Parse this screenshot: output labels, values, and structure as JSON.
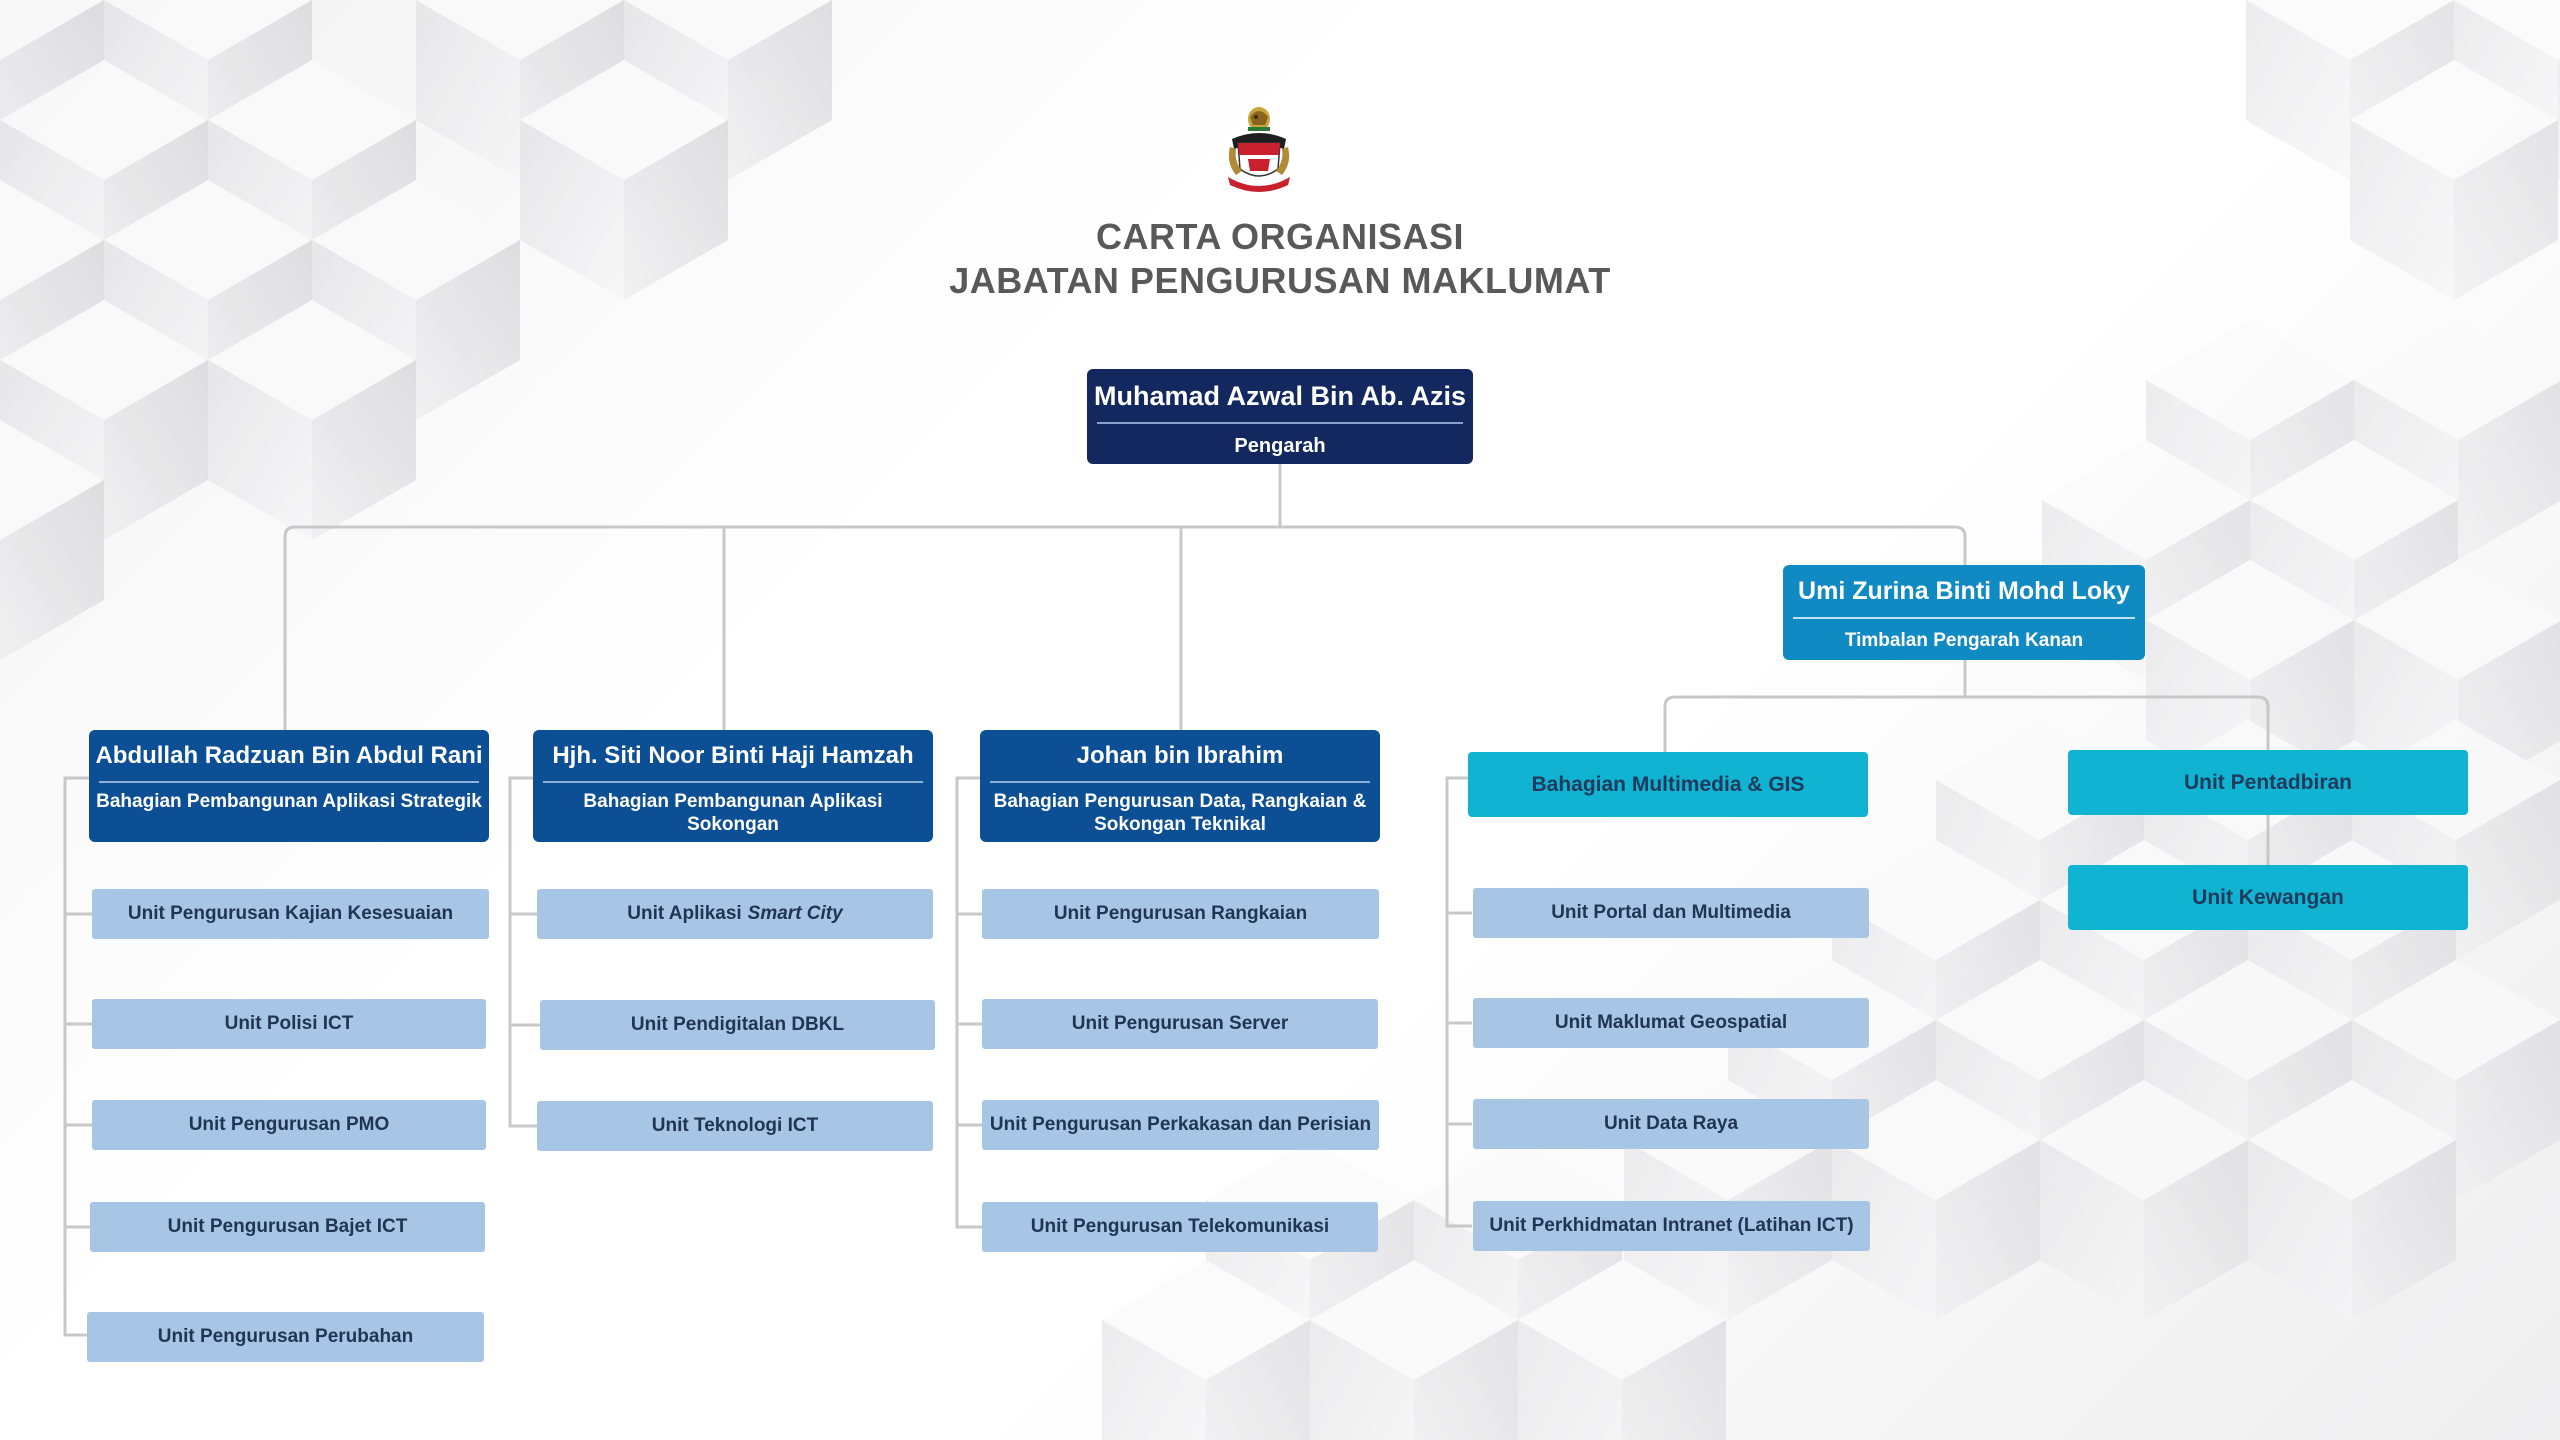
{
  "title": {
    "line1": "CARTA ORGANISASI",
    "line2": "JABATAN PENGURUSAN MAKLUMAT"
  },
  "colors": {
    "director": "#12285f",
    "deputy": "#0f8ac2",
    "department": "#0c4f94",
    "teal_unit": "#11b3d3",
    "unit": "#a7c5e4",
    "connector": "#c8c8c8"
  },
  "logo": {
    "icon": "dbkl-crest-icon"
  },
  "director": {
    "name": "Muhamad Azwal Bin Ab. Azis",
    "role": "Pengarah"
  },
  "deputy": {
    "name": "Umi Zurina Binti Mohd Loky",
    "role": "Timbalan Pengarah Kanan"
  },
  "departments": [
    {
      "name": "Abdullah Radzuan Bin Abdul Rani",
      "role": "Bahagian Pembangunan Aplikasi Strategik",
      "units": [
        "Unit Pengurusan Kajian Kesesuaian",
        "Unit Polisi ICT",
        "Unit Pengurusan PMO",
        "Unit Pengurusan Bajet ICT",
        "Unit Pengurusan Perubahan"
      ]
    },
    {
      "name": "Hjh. Siti Noor Binti Haji Hamzah",
      "role": "Bahagian Pembangunan Aplikasi Sokongan",
      "units": [
        {
          "text": "Unit Aplikasi",
          "italic": "Smart City"
        },
        "Unit Pendigitalan DBKL",
        "Unit Teknologi ICT"
      ]
    },
    {
      "name": "Johan bin Ibrahim",
      "role": "Bahagian Pengurusan Data, Rangkaian & Sokongan Teknikal",
      "units": [
        "Unit Pengurusan Rangkaian",
        "Unit Pengurusan Server",
        "Unit Pengurusan Perkakasan dan Perisian",
        "Unit Pengurusan Telekomunikasi"
      ]
    }
  ],
  "multimedia": {
    "label": "Bahagian Multimedia & GIS",
    "units": [
      "Unit Portal dan Multimedia",
      "Unit Maklumat Geospatial",
      "Unit Data Raya",
      "Unit Perkhidmatan Intranet (Latihan ICT)"
    ]
  },
  "admin": {
    "label": "Unit Pentadbiran",
    "finance": "Unit Kewangan"
  }
}
